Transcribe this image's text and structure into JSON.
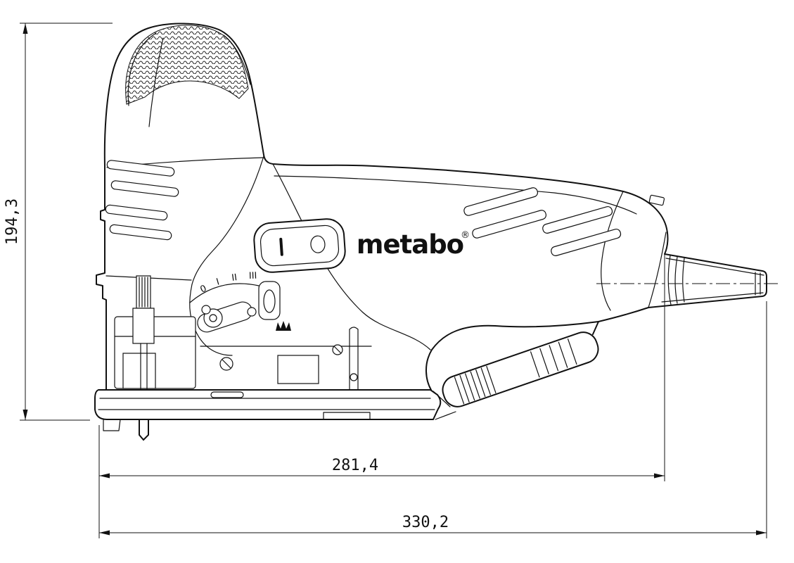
{
  "brand": "metabo",
  "registered_mark": "®",
  "dimensions": {
    "height": "194,3",
    "body_length": "281,4",
    "total_length": "330,2"
  },
  "dial_markings": [
    "0",
    "I",
    "II",
    "III"
  ],
  "icons": {
    "clamp_lever": "crown-mark"
  },
  "colors": {
    "line": "#111111",
    "background": "#ffffff"
  }
}
